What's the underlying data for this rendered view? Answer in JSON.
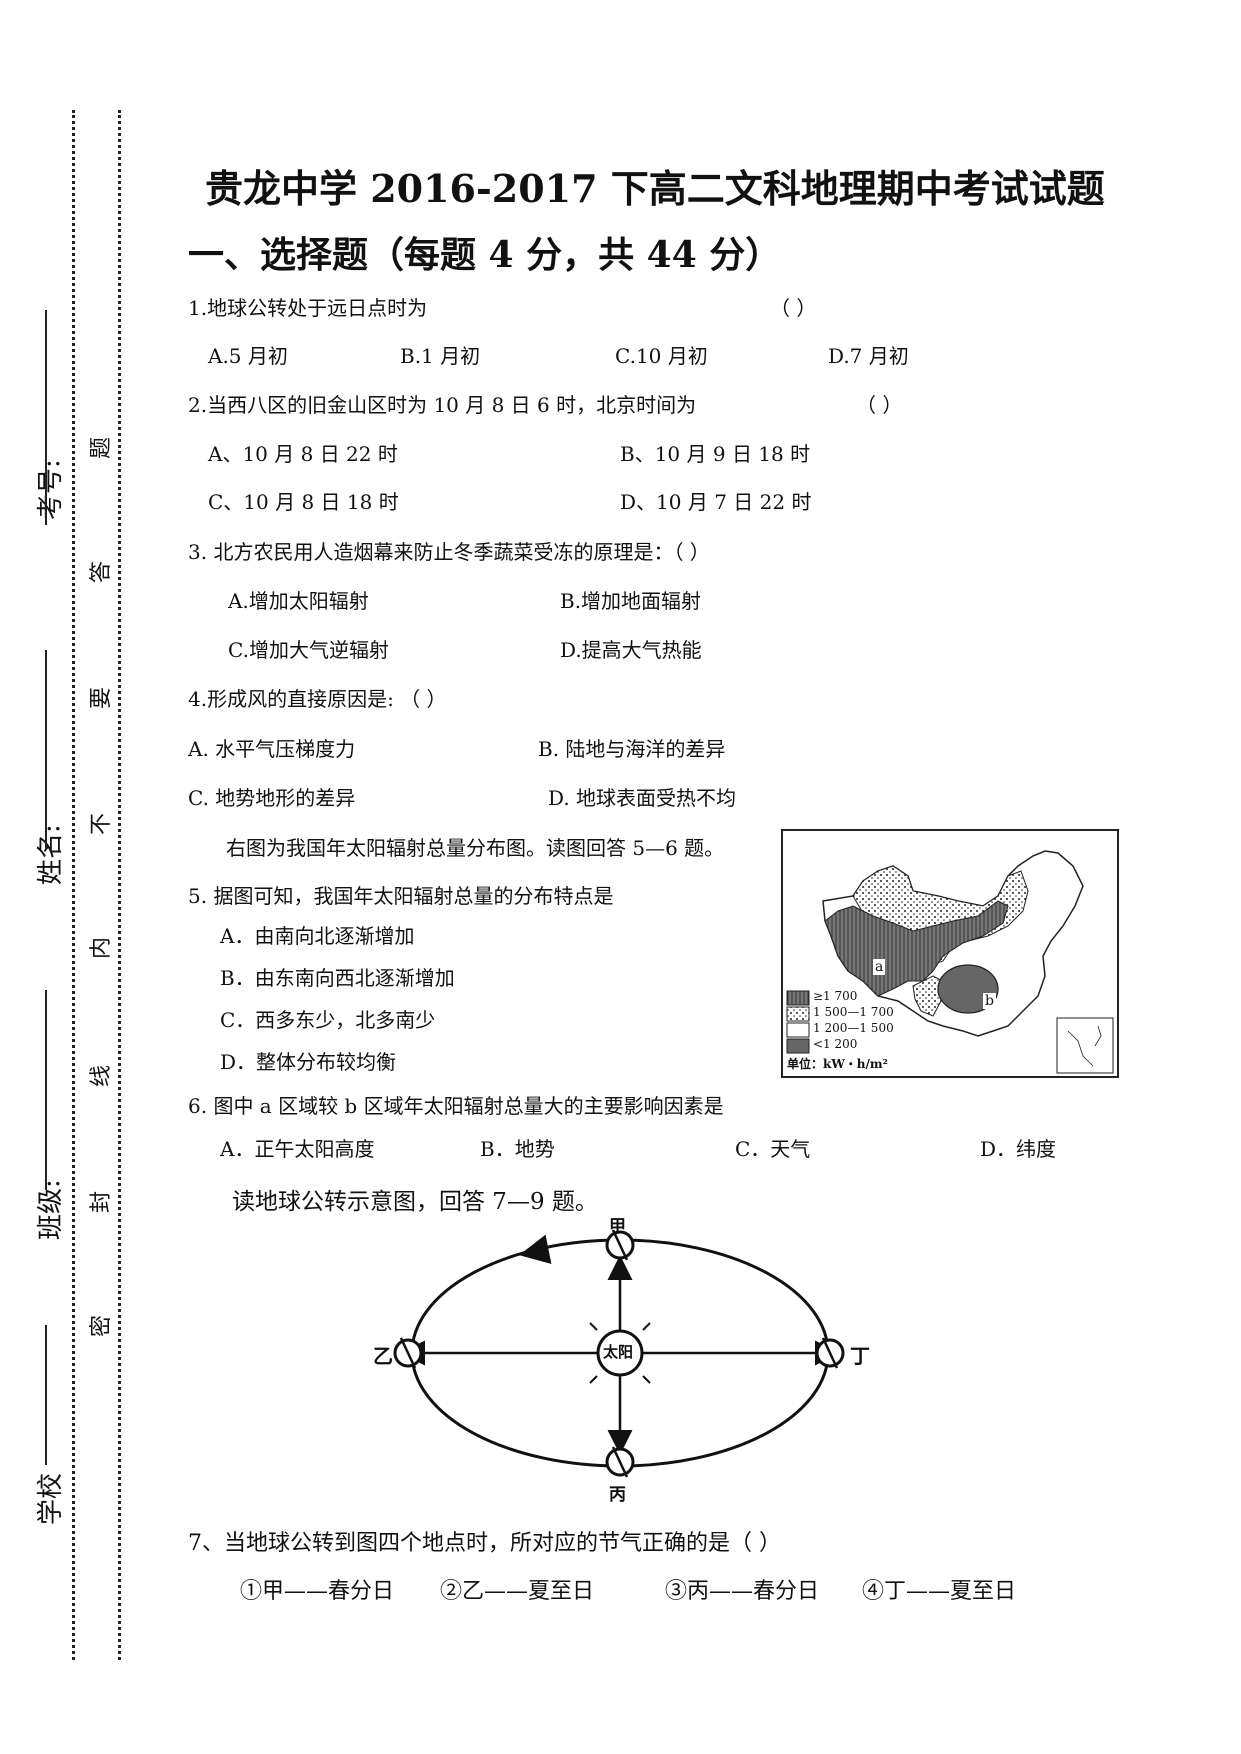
{
  "margin": {
    "fields": [
      "考号:",
      "姓名:",
      "班级:",
      "学校"
    ],
    "seal_chars": [
      "题",
      "答",
      "要",
      "不",
      "内",
      "线",
      "封",
      "密"
    ]
  },
  "title": "贵龙中学 2016-2017 下高二文科地理期中考试试题",
  "section_heading": "一、选择题（每题 4 分，共 44 分）",
  "q1": {
    "stem": "1.地球公转处于远日点时为",
    "blank": "（    ）",
    "options": [
      "A.5 月初",
      "B.1 月初",
      "C.10 月初",
      "D.7 月初"
    ]
  },
  "q2": {
    "stem": "2.当西八区的旧金山区时为 10 月 8 日 6 时，北京时间为",
    "blank": "（    ）",
    "options": [
      "A、10 月 8 日 22 时",
      "B、10 月 9 日 18 时",
      "C、10 月 8 日 18 时",
      "D、10 月 7 日 22 时"
    ]
  },
  "q3": {
    "stem": "3.  北方农民用人造烟幕来防止冬季蔬菜受冻的原理是：（      ）",
    "options": [
      "A.增加太阳辐射",
      "B.增加地面辐射",
      "C.增加大气逆辐射",
      "D.提高大气热能"
    ]
  },
  "q4": {
    "stem": "4.形成风的直接原因是:  （      ）",
    "options": [
      "A.  水平气压梯度力",
      "B.  陆地与海洋的差异",
      "C.  地势地形的差异",
      "D.  地球表面受热不均"
    ]
  },
  "intro_5_6": "右图为我国年太阳辐射总量分布图。读图回答 5—6 题。",
  "q5": {
    "stem": "5.  据图可知，我国年太阳辐射总量的分布特点是",
    "options": [
      "A．由南向北逐渐增加",
      "B．由东南向西北逐渐增加",
      "C．西多东少，北多南少",
      "D．整体分布较均衡"
    ]
  },
  "q6": {
    "stem": "6.  图中 a 区域较 b 区域年太阳辐射总量大的主要影响因素是",
    "options": [
      "A．正午太阳高度",
      "B．地势",
      "C．天气",
      "D．纬度"
    ]
  },
  "map": {
    "legend": [
      "≥1 700",
      "1 500—1 700",
      "1 200—1 500",
      "<1 200"
    ],
    "unit": "单位：kW・h/m²",
    "label_a": "a",
    "label_b": "b"
  },
  "intro_7_9": "读地球公转示意图，回答 7—9 题。",
  "orbit": {
    "sun": "太阳",
    "top": "甲",
    "left": "乙",
    "bottom": "丙",
    "right": "丁"
  },
  "q7": {
    "stem": "7、当地球公转到图四个地点时，所对应的节气正确的是（          ）",
    "options": [
      "①甲——春分日",
      "②乙——夏至日",
      "③丙——春分日",
      "④丁——夏至日"
    ]
  }
}
